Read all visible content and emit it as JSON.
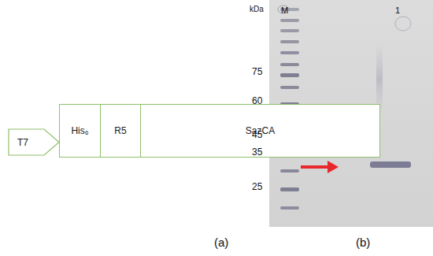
{
  "diagram": {
    "nodes": [
      {
        "text": [
          "T7"
        ]
      },
      {
        "text": [
          "His₆"
        ]
      },
      {
        "text": [
          "R5"
        ]
      },
      {
        "text": [
          "SazCA"
        ]
      }
    ],
    "labels": [
      "(a)",
      "(b)",
      "kDa",
      "M",
      "1",
      "75",
      "60",
      "45",
      "35",
      "25"
    ]
  }
}
